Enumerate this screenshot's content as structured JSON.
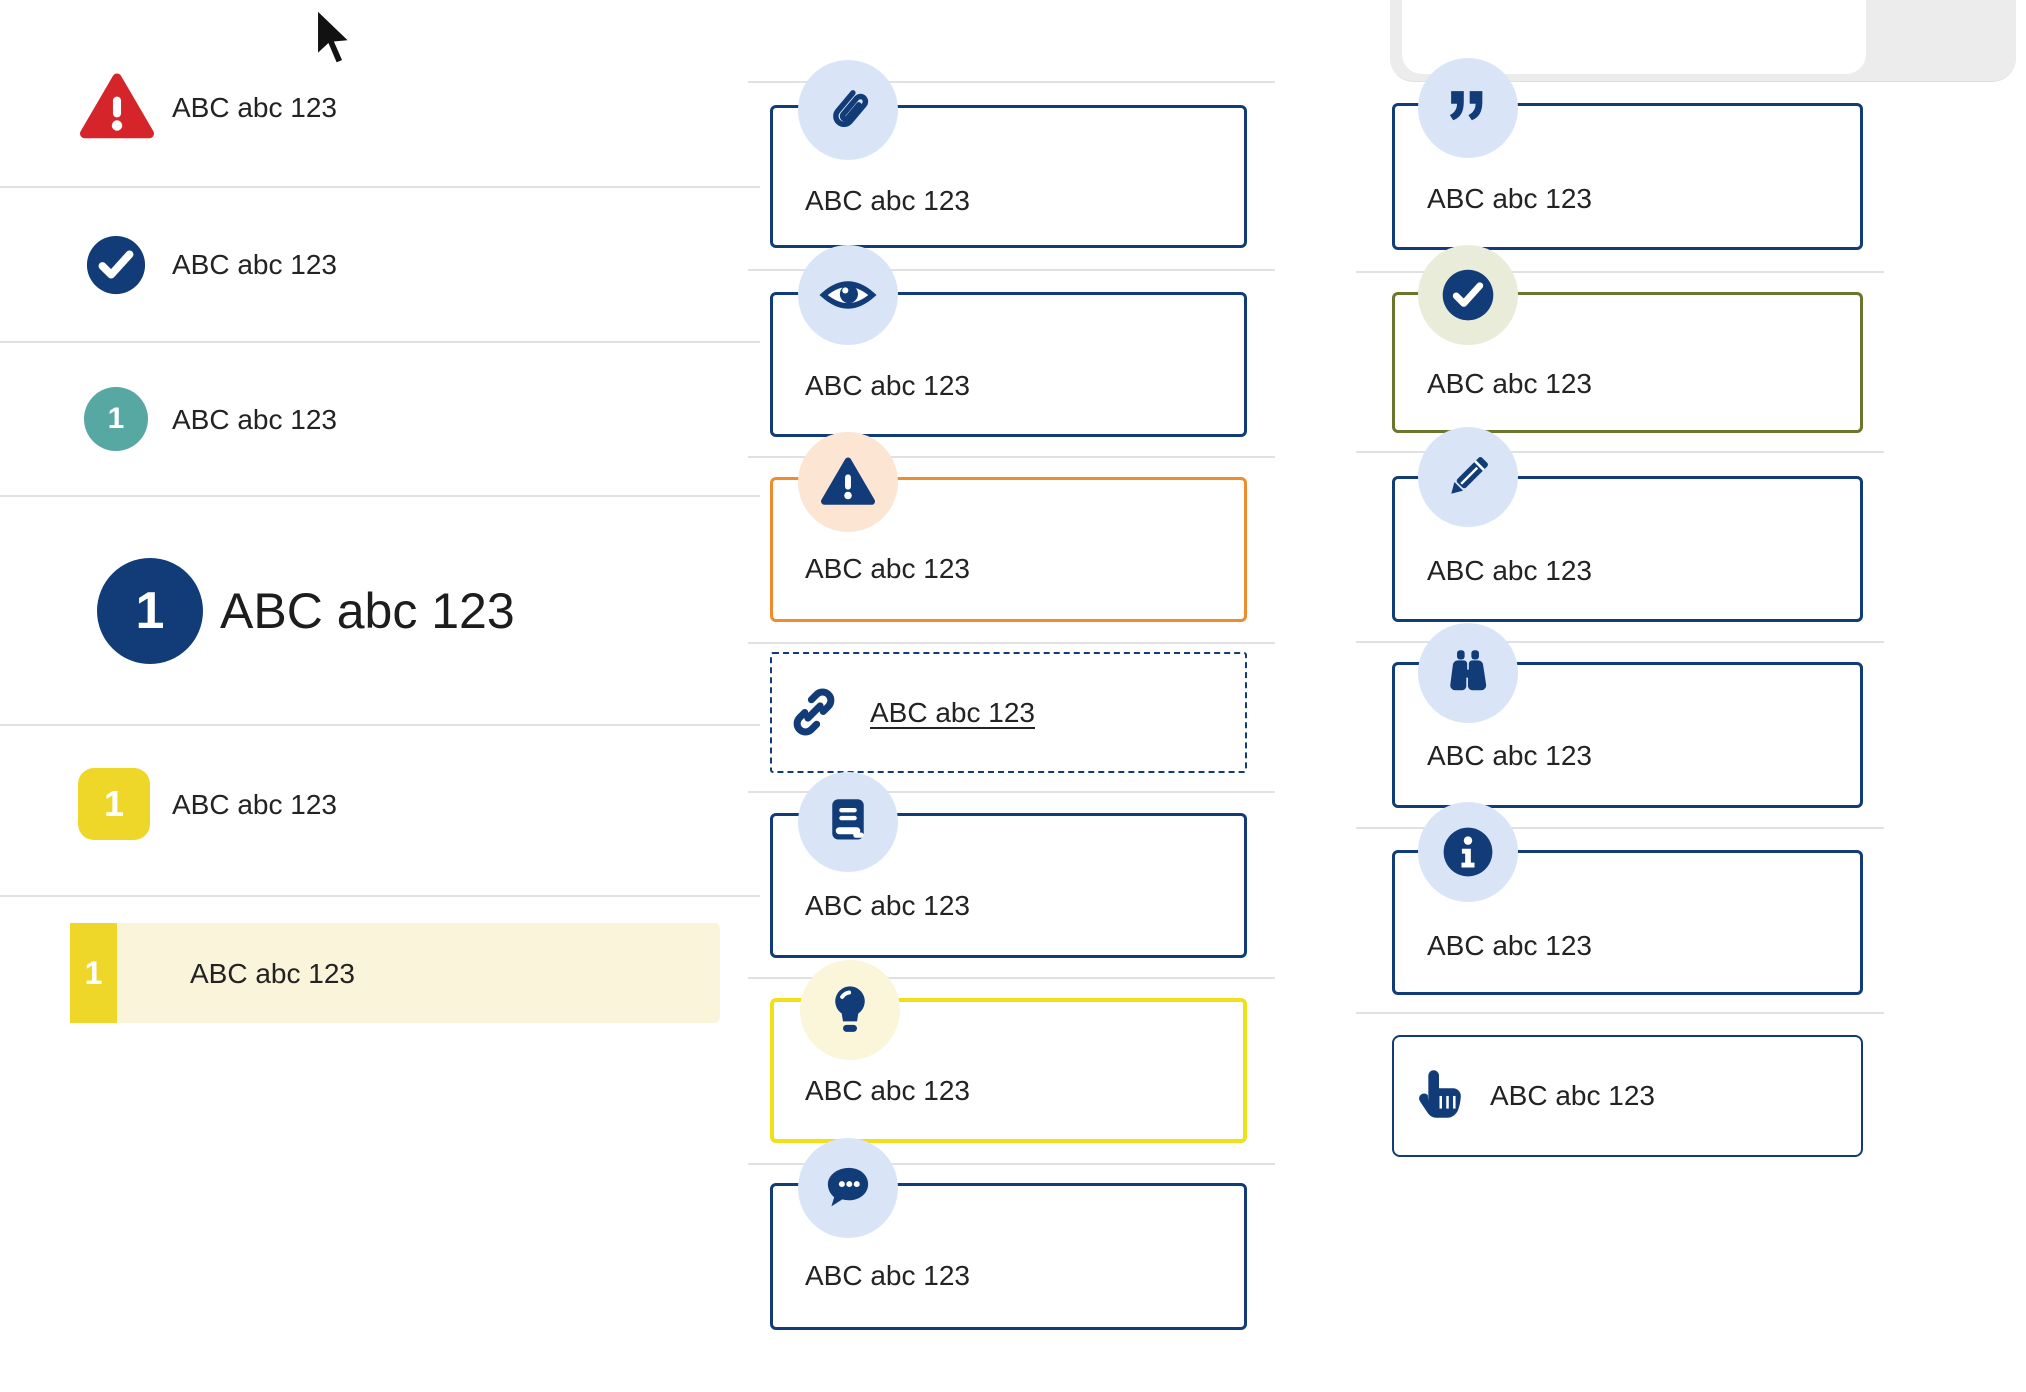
{
  "shared_label": "ABC abc 123",
  "colors": {
    "navy": "#123c78",
    "red": "#d5252b",
    "teal": "#57a7a3",
    "yellow": "#efd72a",
    "pale_yellow": "#faf5da",
    "yellow_border": "#f0e019",
    "orange": "#ee8c2e",
    "pale_orange": "#fce5d2",
    "green": "#68772c",
    "pale_green": "#e9ecd8",
    "light_blue": "#d9e5f7",
    "divider": "#e1e1e1",
    "text": "#232323"
  },
  "left": {
    "items": [
      {
        "icon": "warning-triangle-icon",
        "label": "ABC abc 123"
      },
      {
        "icon": "check-circle-icon",
        "label": "ABC abc 123"
      },
      {
        "icon": "teal-number-circle",
        "badge": "1",
        "label": "ABC abc 123"
      },
      {
        "icon": "navy-number-circle",
        "badge": "1",
        "label": "ABC abc 123",
        "style": "heading"
      },
      {
        "icon": "yellow-number-badge",
        "badge": "1",
        "label": "ABC abc 123"
      },
      {
        "icon": "yellow-number-tab",
        "badge": "1",
        "label": "ABC abc 123",
        "highlighted": true
      }
    ]
  },
  "middle": {
    "cards": [
      {
        "icon": "paperclip-icon",
        "label": "ABC abc 123",
        "variant": "navy"
      },
      {
        "icon": "eye-icon",
        "label": "ABC abc 123",
        "variant": "navy"
      },
      {
        "icon": "warning-triangle-icon",
        "label": "ABC abc 123",
        "variant": "orange"
      },
      {
        "icon": "link-icon",
        "label": "ABC abc 123",
        "variant": "dashed-link"
      },
      {
        "icon": "book-icon",
        "label": "ABC abc 123",
        "variant": "navy"
      },
      {
        "icon": "lightbulb-icon",
        "label": "ABC abc 123",
        "variant": "yellow"
      },
      {
        "icon": "chat-bubble-icon",
        "label": "ABC abc 123",
        "variant": "navy"
      }
    ]
  },
  "right": {
    "cards": [
      {
        "icon": "quote-icon",
        "label": "ABC abc 123",
        "variant": "navy"
      },
      {
        "icon": "check-circle-icon",
        "label": "ABC abc 123",
        "variant": "green"
      },
      {
        "icon": "pencil-icon",
        "label": "ABC abc 123",
        "variant": "navy"
      },
      {
        "icon": "binoculars-icon",
        "label": "ABC abc 123",
        "variant": "navy"
      },
      {
        "icon": "info-circle-icon",
        "label": "ABC abc 123",
        "variant": "navy"
      },
      {
        "icon": "hand-pointer-icon",
        "label": "ABC abc 123",
        "variant": "navy-button"
      }
    ]
  }
}
